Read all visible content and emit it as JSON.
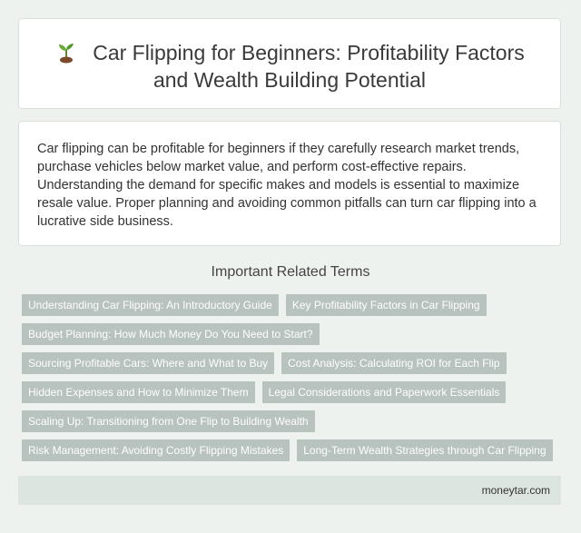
{
  "header": {
    "title": "Car Flipping for Beginners: Profitability Factors and Wealth Building Potential",
    "icon": "seedling-icon"
  },
  "intro": {
    "text": "Car flipping can be profitable for beginners if they carefully research market trends, purchase vehicles below market value, and perform cost-effective repairs. Understanding the demand for specific makes and models is essential to maximize resale value. Proper planning and avoiding common pitfalls can turn car flipping into a lucrative side business."
  },
  "terms": {
    "heading": "Important Related Terms",
    "items": [
      "Understanding Car Flipping: An Introductory Guide",
      "Key Profitability Factors in Car Flipping",
      "Budget Planning: How Much Money Do You Need to Start?",
      "Sourcing Profitable Cars: Where and What to Buy",
      "Cost Analysis: Calculating ROI for Each Flip",
      "Hidden Expenses and How to Minimize Them",
      "Legal Considerations and Paperwork Essentials",
      "Scaling Up: Transitioning from One Flip to Building Wealth",
      "Risk Management: Avoiding Costly Flipping Mistakes",
      "Long-Term Wealth Strategies through Car Flipping"
    ]
  },
  "footer": {
    "site": "moneytar.com"
  },
  "colors": {
    "background": "#edf2ee",
    "tag": "#b8c2bf",
    "footer": "#dde5e0"
  }
}
